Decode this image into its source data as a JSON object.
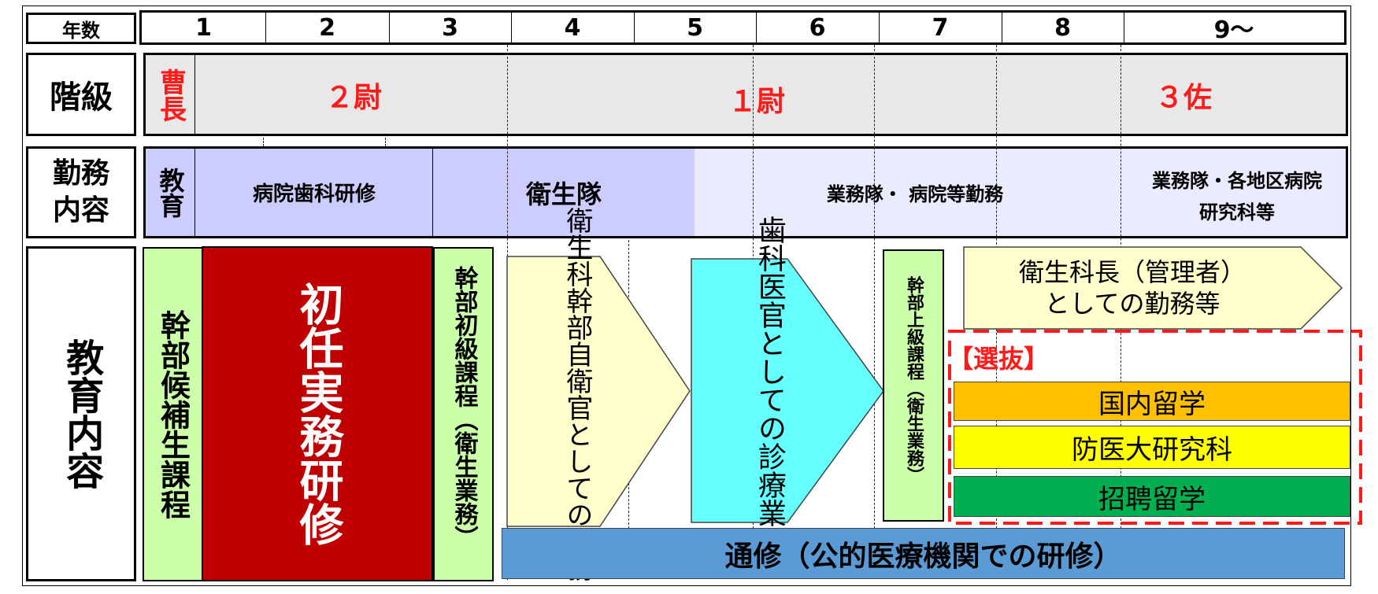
{
  "header_row": {
    "label": "年数",
    "years": [
      "1",
      "2",
      "3",
      "4",
      "5",
      "6",
      "7",
      "8",
      "9～"
    ]
  },
  "rank_row": {
    "label": "階級",
    "ranks": [
      "曹長",
      "２尉",
      "１尉",
      "３佐"
    ]
  },
  "duty_row": {
    "label": "勤務内容",
    "items": [
      "教育",
      "病院歯科研修",
      "衛生隊",
      "業務隊・ 病院等勤務",
      "業務隊・各地区病院",
      "研究科等"
    ]
  },
  "education_row": {
    "label": "教育内容",
    "kanbu_kouhosei": "幹部候補生課程",
    "shonin_jitsumu": "初任実務研修",
    "kanbu_shokyu": "幹部初級課程（衛生業務）",
    "eiseika_kanbu": "衛生科幹部自衛官としての勤務",
    "shika_ikan": "歯科医官としての診療業務",
    "kanbu_jokyu": "幹部上級課程（衛生業務）",
    "eiseika_cho": "衛生科長（管理者）としての勤務等",
    "senbatsu_label": "【選抜】",
    "senbatsu_items": [
      "国内留学",
      "防医大研究科",
      "招聘留学"
    ],
    "tsushu": "通修（公的医療機関での研修）"
  },
  "colors": {
    "rank_text": "#ff1a1a",
    "shonin_bg": "#c00000",
    "duty_purple": "#ccccff",
    "duty_light": "#ebebff",
    "green": "#ccffaa",
    "yellow_pale": "#ffffcc",
    "cyan": "#66ffff",
    "orange": "#ffc000",
    "yellow": "#ffff00",
    "dark_green": "#00b050",
    "blue": "#5b9bd5",
    "selection_border": "#ff1a1a"
  }
}
